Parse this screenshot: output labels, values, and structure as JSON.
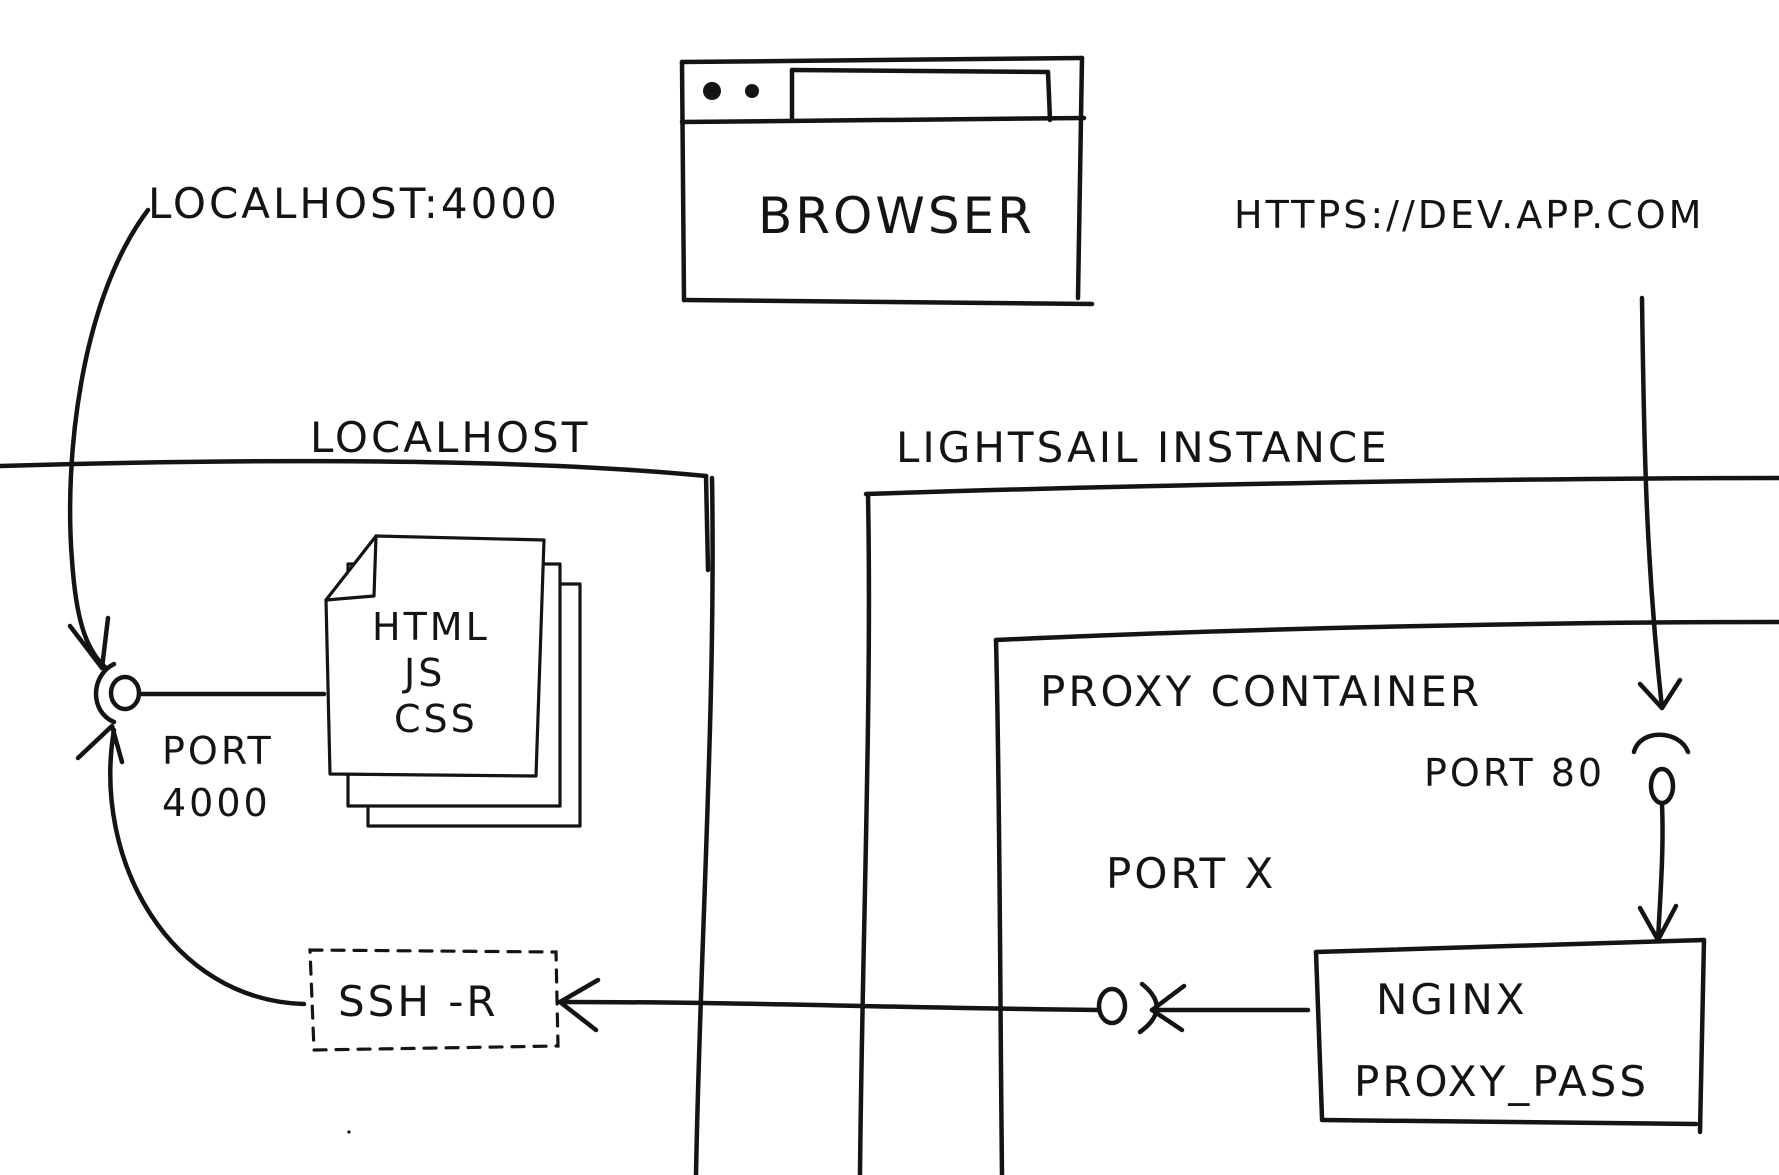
{
  "labels": {
    "browser": "BROWSER",
    "localhost_url": "LOCALHOST:4000",
    "dev_url": "HTTPS://DEV.APP.COM",
    "localhost": "LOCALHOST",
    "lightsail_instance": "LIGHTSAIL INSTANCE",
    "proxy_container": "PROXY CONTAINER",
    "port_80": "PORT 80",
    "port_x": "PORT X",
    "port_4000_line1": "PORT",
    "port_4000_line2": "4000",
    "files": [
      "HTML",
      "JS",
      "CSS"
    ],
    "ssh": "SSH -R",
    "nginx": "NGINX",
    "proxy_pass": "PROXY_PASS"
  },
  "colors": {
    "ink": "#141414",
    "background": "#ffffff"
  }
}
